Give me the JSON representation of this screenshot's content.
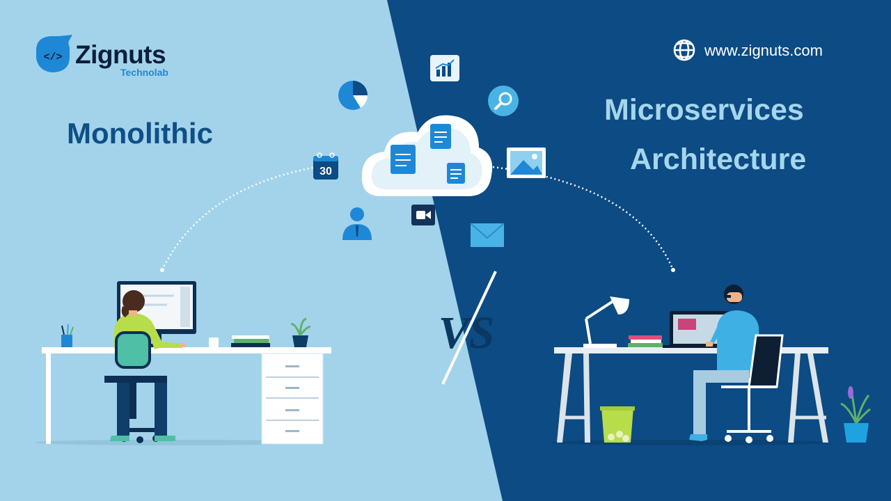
{
  "brand": {
    "name": "Zignuts",
    "subtitle": "Technolab",
    "logo_glyph": "</>"
  },
  "website": {
    "url": "www.zignuts.com"
  },
  "titles": {
    "left": "Monolithic",
    "right_line1": "Microservices",
    "right_line2": "Architecture"
  },
  "center": {
    "versus": "VS",
    "calendar_day": "30"
  },
  "colors": {
    "left_bg": "#a3d3ea",
    "right_bg": "#0c4b84",
    "accent": "#1e88d6",
    "title_left": "#0f4f86",
    "title_right": "#a6d6ec"
  },
  "icons": [
    "pie-chart-icon",
    "bar-chart-icon",
    "magnifier-icon",
    "calendar-icon",
    "cloud-icon",
    "document-icon",
    "image-icon",
    "user-icon",
    "video-camera-icon",
    "mail-icon",
    "globe-icon"
  ]
}
